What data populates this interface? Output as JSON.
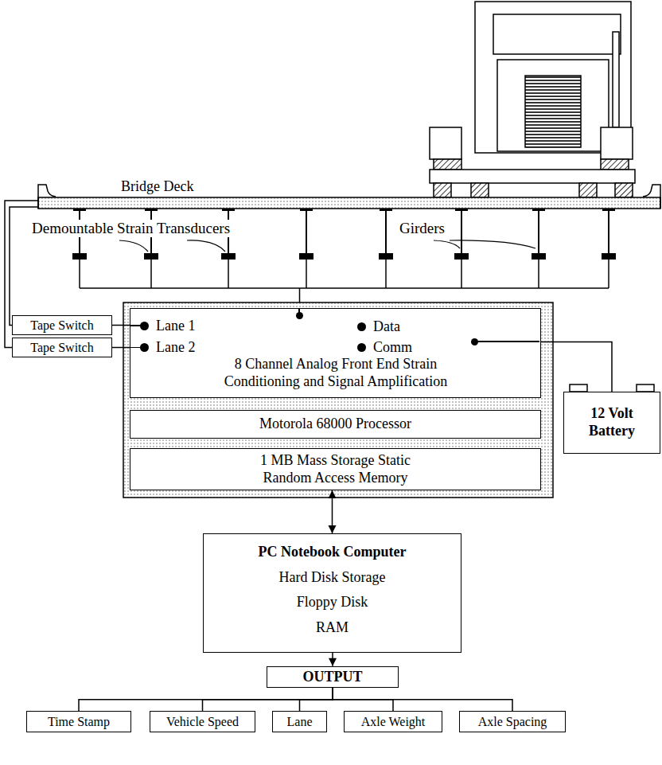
{
  "diagram": {
    "nodes": [
      {
        "text": [
          "Tape Switch"
        ]
      },
      {
        "text": [
          "Tape Switch"
        ]
      },
      {
        "text": [
          "Lane 1",
          "Lane 2",
          "Data",
          "Comm",
          "8 Channel Analog Front End Strain Conditioning and Signal Amplification"
        ]
      },
      {
        "text": [
          "Motorola 68000 Processor"
        ]
      },
      {
        "text": [
          "1 MB Mass Storage Static Random Access Memory"
        ]
      },
      {
        "text": [
          "12 Volt Battery"
        ]
      },
      {
        "text": [
          "PC Notebook Computer",
          "Hard Disk Storage",
          "Floppy Disk",
          "RAM"
        ]
      },
      {
        "text": [
          "OUTPUT"
        ]
      },
      {
        "text": [
          "Time Stamp"
        ]
      },
      {
        "text": [
          "Vehicle Speed"
        ]
      },
      {
        "text": [
          "Lane"
        ]
      },
      {
        "text": [
          "Axle Weight"
        ]
      },
      {
        "text": [
          "Axle Spacing"
        ]
      }
    ],
    "edges": [
      {
        "from": 0,
        "to": 2,
        "arrow": "none"
      },
      {
        "from": 1,
        "to": 2,
        "arrow": "none"
      },
      {
        "from": 2,
        "to": 5,
        "arrow": "none"
      },
      {
        "from": 4,
        "to": 6,
        "arrow": "both"
      },
      {
        "from": 6,
        "to": 7,
        "arrow": "to"
      },
      {
        "from": 7,
        "to": 8,
        "arrow": "none"
      },
      {
        "from": 7,
        "to": 9,
        "arrow": "none"
      },
      {
        "from": 7,
        "to": 10,
        "arrow": "none"
      },
      {
        "from": 7,
        "to": 11,
        "arrow": "none"
      },
      {
        "from": 7,
        "to": 12,
        "arrow": "none"
      }
    ],
    "labels": [
      "Bridge Deck",
      "Demountable Strain Transducers",
      "Girders"
    ]
  }
}
